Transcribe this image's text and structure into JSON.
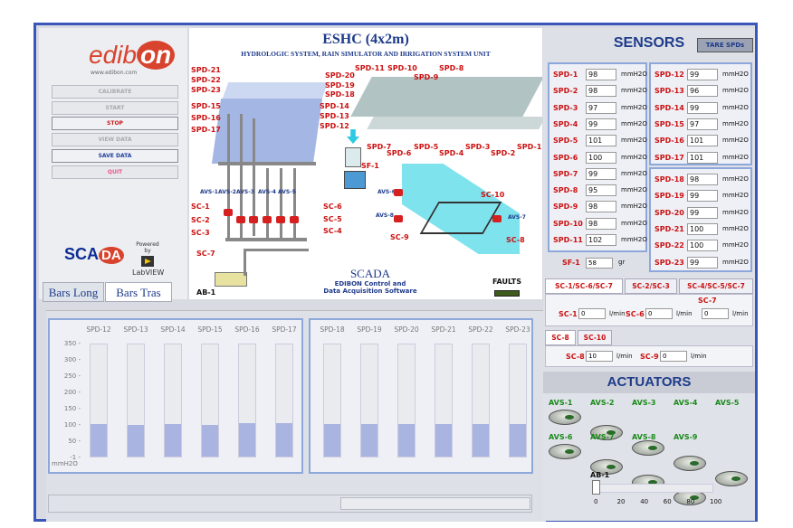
{
  "controls": {
    "calibrate": "CALIBRATE",
    "start": "START",
    "stop": "STOP",
    "view_data": "VIEW DATA",
    "save_data": "SAVE DATA",
    "quit": "QUIT"
  },
  "brand": {
    "logo_text": "edib",
    "logo_on": "on",
    "url": "www.edibon.com",
    "scada_a": "SCA",
    "scada_b": "DA",
    "powered": "Powered by",
    "labview": "LabVIEW"
  },
  "tabs": {
    "bars_long": "Bars Long",
    "bars_tras": "Bars Tras"
  },
  "diagram": {
    "title": "ESHC (4x2m)",
    "subtitle": "HYDROLOGIC SYSTEM, RAIN SIMULATOR AND IRRIGATION SYSTEM UNIT",
    "scada": "SCADA",
    "scada_sub1": "EDIBON Control and",
    "scada_sub2": "Data Acquisition Software",
    "faults": "FAULTS",
    "labels": {
      "spd21": "SPD-21",
      "spd22": "SPD-22",
      "spd23": "SPD-23",
      "spd15": "SPD-15",
      "spd16": "SPD-16",
      "spd17": "SPD-17",
      "spd20": "SPD-20",
      "spd19": "SPD-19",
      "spd18": "SPD-18",
      "spd14": "SPD-14",
      "spd13": "SPD-13",
      "spd12": "SPD-12",
      "spd11": "SPD-11",
      "spd10": "SPD-10",
      "spd9": "SPD-9",
      "spd8": "SPD-8",
      "spd7": "SPD-7",
      "spd6": "SPD-6",
      "spd5": "SPD-5",
      "spd4": "SPD-4",
      "spd3": "SPD-3",
      "spd2": "SPD-2",
      "spd1": "SPD-1",
      "sf1": "SF-1",
      "sc1": "SC-1",
      "sc2": "SC-2",
      "sc3": "SC-3",
      "sc4": "SC-4",
      "sc5": "SC-5",
      "sc6": "SC-6",
      "sc7": "SC-7",
      "sc8": "SC-8",
      "sc9": "SC-9",
      "sc10": "SC-10",
      "ab1": "AB-1",
      "avs1": "AVS-1",
      "avs2": "AVS-2",
      "avs3": "AVS-3",
      "avs4": "AVS-4",
      "avs5": "AVS-5",
      "avs6": "AVS-6",
      "avs7": "AVS-7",
      "avs8": "AVS-8"
    }
  },
  "sensors": {
    "title": "SENSORS",
    "tare": "TARE SPDs",
    "unit": "mmH2O",
    "col1": [
      {
        "l": "SPD-1",
        "v": "98"
      },
      {
        "l": "SPD-2",
        "v": "98"
      },
      {
        "l": "SPD-3",
        "v": "97"
      },
      {
        "l": "SPD-4",
        "v": "99"
      },
      {
        "l": "SPD-5",
        "v": "101"
      },
      {
        "l": "SPD-6",
        "v": "100"
      },
      {
        "l": "SPD-7",
        "v": "99"
      },
      {
        "l": "SPD-8",
        "v": "95"
      },
      {
        "l": "SPD-9",
        "v": "98"
      },
      {
        "l": "SPD-10",
        "v": "98"
      },
      {
        "l": "SPD-11",
        "v": "102"
      }
    ],
    "col2": [
      {
        "l": "SPD-12",
        "v": "99"
      },
      {
        "l": "SPD-13",
        "v": "96"
      },
      {
        "l": "SPD-14",
        "v": "99"
      },
      {
        "l": "SPD-15",
        "v": "97"
      },
      {
        "l": "SPD-16",
        "v": "101"
      },
      {
        "l": "SPD-17",
        "v": "101"
      }
    ],
    "col3": [
      {
        "l": "SPD-18",
        "v": "98"
      },
      {
        "l": "SPD-19",
        "v": "99"
      },
      {
        "l": "SPD-20",
        "v": "99"
      },
      {
        "l": "SPD-21",
        "v": "100"
      },
      {
        "l": "SPD-22",
        "v": "100"
      },
      {
        "l": "SPD-23",
        "v": "99"
      }
    ],
    "sf1": {
      "l": "SF-1",
      "v": "58",
      "u": "gr"
    }
  },
  "flow_tabs": {
    "t1": "SC-1/SC-6/SC-7",
    "t2": "SC-2/SC-3",
    "t3": "SC-4/SC-5/SC-7",
    "t4": "SC-8",
    "t5": "SC-10"
  },
  "flows": {
    "unit": "l/min",
    "sc1_l": "SC-1",
    "sc1_v": "0",
    "sc6_l": "SC-6",
    "sc6_v": "0",
    "sc7_l": "SC-7",
    "sc7_v": "0",
    "sc8_l": "SC-8",
    "sc8_v": "10",
    "sc9_l": "SC-9",
    "sc9_v": "0"
  },
  "actuators": {
    "title": "ACTUATORS",
    "row1": [
      "AVS-1",
      "AVS-2",
      "AVS-3",
      "AVS-4",
      "AVS-5"
    ],
    "row2": [
      "AVS-6",
      "AVS-7",
      "AVS-8",
      "AVS-9"
    ],
    "ab1": "AB-1",
    "ab1_value": 0,
    "scale": [
      "0",
      "20",
      "40",
      "60",
      "80",
      "100"
    ]
  },
  "bars": {
    "unit": "mmH2O",
    "yticks": [
      "350",
      "300",
      "250",
      "200",
      "150",
      "100",
      "50",
      "-1"
    ],
    "left": [
      {
        "n": "SPD-12",
        "v": 99
      },
      {
        "n": "SPD-13",
        "v": 96
      },
      {
        "n": "SPD-14",
        "v": 99
      },
      {
        "n": "SPD-15",
        "v": 97
      },
      {
        "n": "SPD-16",
        "v": 101
      },
      {
        "n": "SPD-17",
        "v": 101
      }
    ],
    "right": [
      {
        "n": "SPD-18",
        "v": 98
      },
      {
        "n": "SPD-19",
        "v": 99
      },
      {
        "n": "SPD-20",
        "v": 99
      },
      {
        "n": "SPD-21",
        "v": 100
      },
      {
        "n": "SPD-22",
        "v": 100
      },
      {
        "n": "SPD-23",
        "v": 99
      }
    ]
  }
}
